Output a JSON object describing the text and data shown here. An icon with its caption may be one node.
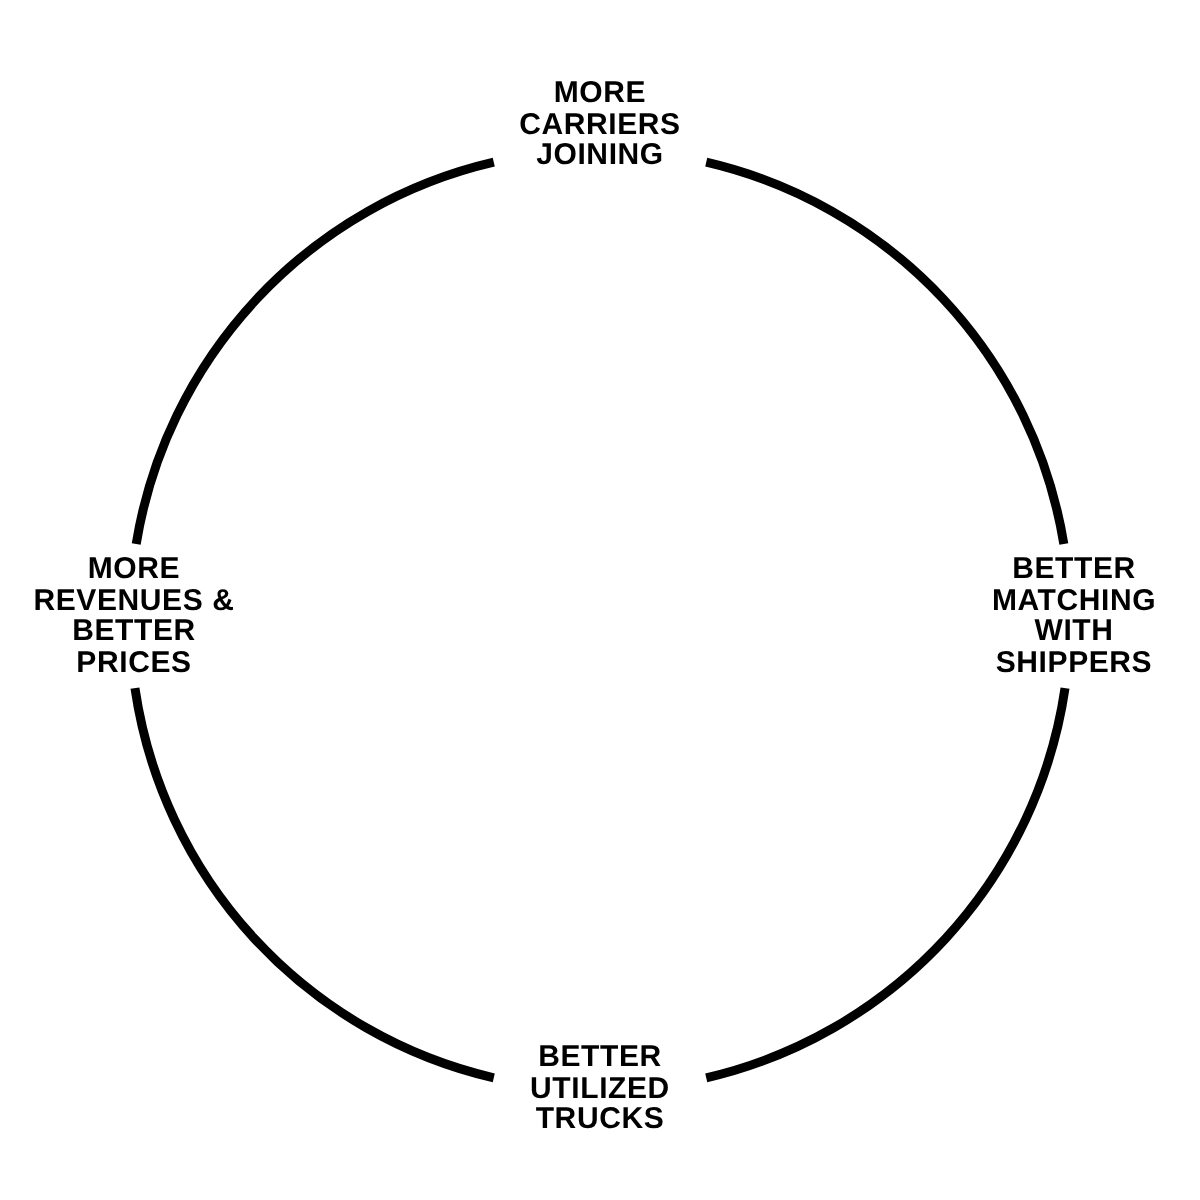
{
  "diagram": {
    "nodes": [
      {
        "text": [
          "MORE CARRIERS JOINING"
        ]
      },
      {
        "text": [
          "MORE REVENUES & BETTER PRICES"
        ]
      },
      {
        "text": [
          "BETTER MATCHING WITH SHIPPERS"
        ]
      },
      {
        "text": [
          "BETTER UTILIZED TRUCKS"
        ]
      }
    ],
    "edges": [
      {
        "from": 0,
        "to": 2,
        "arrow": "none"
      },
      {
        "from": 2,
        "to": 3,
        "arrow": "none"
      },
      {
        "from": 3,
        "to": 1,
        "arrow": "none"
      },
      {
        "from": 1,
        "to": 0,
        "arrow": "none"
      }
    ]
  }
}
